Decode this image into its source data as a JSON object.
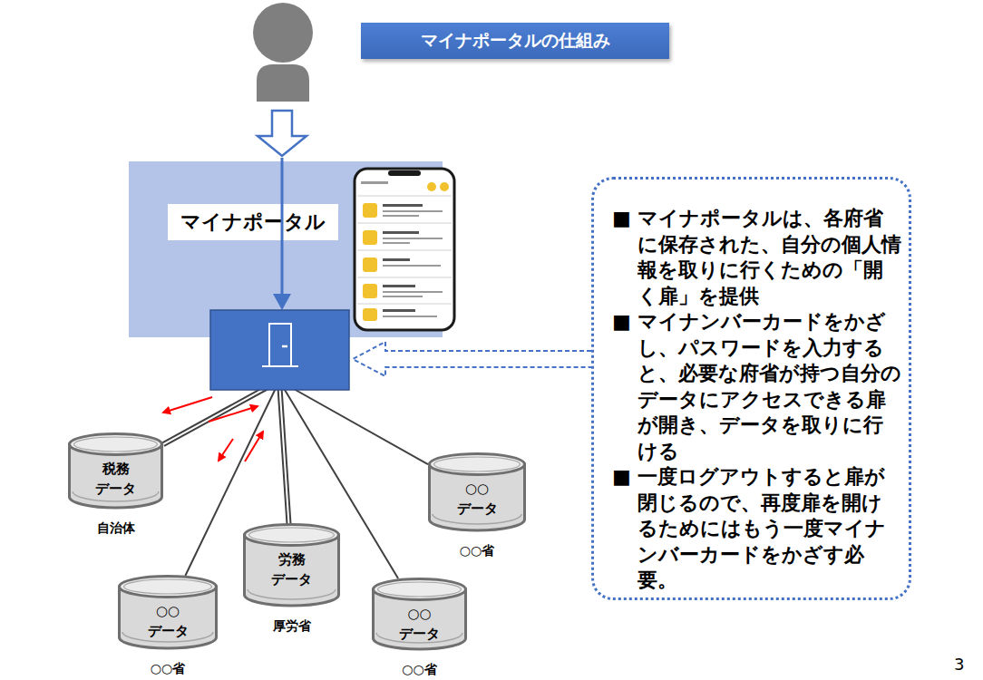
{
  "diagram": {
    "title": "マイナポータルの仕組み",
    "nodes": [
      {
        "text": [
          "マイナポータル"
        ]
      },
      {
        "text": [
          "■ マイナポータルは、各府省に保存された、自分の個人情報を取りに行くための「開く扉」を提供",
          "■ マイナンバーカードをかざし、パスワードを入力すると、必要な府省が持つ自分のデータにアクセスできる扉が開き、データを取りに行ける",
          "■ 一度ログアウトすると扉が閉じるので、再度扉を開けるためにはもう一度マイナンバーカードをかざす必要。"
        ]
      },
      {
        "text": [
          "税務 データ",
          "自治体"
        ]
      },
      {
        "text": [
          "○○ データ",
          "○○省"
        ]
      },
      {
        "text": [
          "労務 データ",
          "厚労省"
        ]
      },
      {
        "text": [
          "○○ データ",
          "○○省"
        ]
      },
      {
        "text": [
          "○○ データ",
          "○○省"
        ]
      }
    ],
    "edges": [
      {
        "from": 0,
        "to": 2,
        "arrow": "none"
      },
      {
        "from": 0,
        "to": 3,
        "arrow": "none"
      },
      {
        "from": 0,
        "to": 4,
        "arrow": "none"
      },
      {
        "from": 0,
        "to": 5,
        "arrow": "none"
      },
      {
        "from": 0,
        "to": 6,
        "arrow": "none"
      }
    ],
    "labels": [
      "3"
    ]
  }
}
